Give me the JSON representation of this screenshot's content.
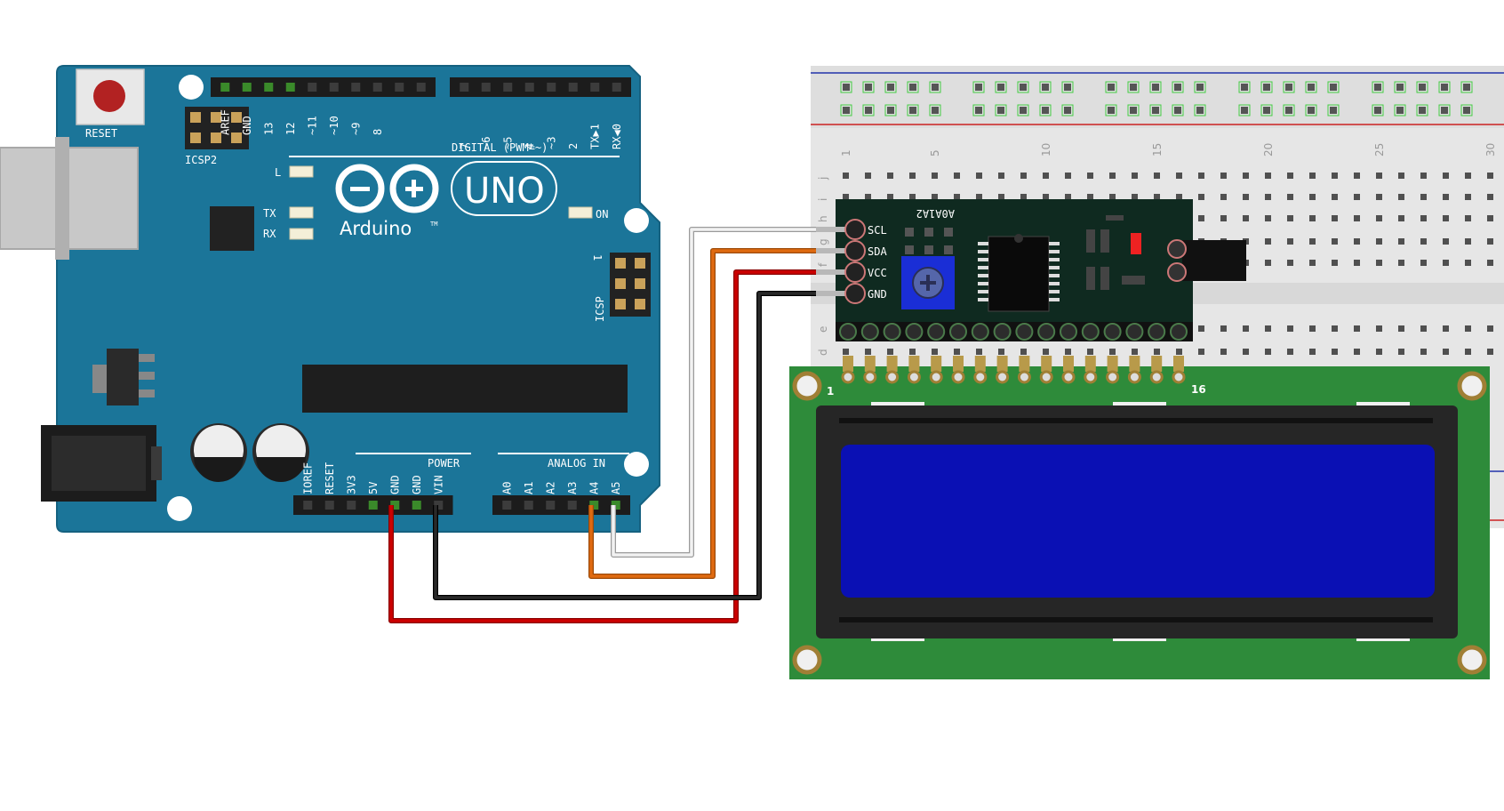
{
  "arduino": {
    "reset_label": "RESET",
    "icsp2_label": "ICSP2",
    "icsp_label": "ICSP",
    "icsp_pin1": "1",
    "brand_model": "UNO",
    "brand_name": "Arduino",
    "brand_tm": "TM",
    "led_l": "L",
    "led_tx": "TX",
    "led_rx": "RX",
    "led_on": "ON",
    "digital_header_title": "DIGITAL (PWM=~)",
    "digital_pins": [
      "AREF",
      "GND",
      "13",
      "12",
      "~11",
      "~10",
      "~9",
      "8",
      "7",
      "~6",
      "~5",
      "4",
      "~3",
      "2",
      "TX▶1",
      "RX◀0"
    ],
    "power_header_title": "POWER",
    "power_pins": [
      "IOREF",
      "RESET",
      "3V3",
      "5V",
      "GND",
      "GND",
      "VIN"
    ],
    "analog_header_title": "ANALOG IN",
    "analog_pins": [
      "A0",
      "A1",
      "A2",
      "A3",
      "A4",
      "A5"
    ]
  },
  "i2c_module": {
    "addr_label": "A0A1A2",
    "pins": [
      "SCL",
      "SDA",
      "VCC",
      "GND"
    ]
  },
  "lcd": {
    "pin_first": "1",
    "pin_last": "16"
  },
  "breadboard": {
    "column_numbers": [
      "1",
      "5",
      "10",
      "15",
      "20",
      "25",
      "30"
    ],
    "row_letters": [
      "j",
      "i",
      "h",
      "g",
      "f",
      "e",
      "d"
    ]
  },
  "wires": [
    {
      "from": "5V",
      "to": "VCC",
      "color": "#cc0000"
    },
    {
      "from": "GND",
      "to": "GND",
      "color": "#1a1a1a"
    },
    {
      "from": "A4",
      "to": "SDA",
      "color": "#e06a10"
    },
    {
      "from": "A5",
      "to": "SCL",
      "color": "#e6e6e6"
    }
  ],
  "colors": {
    "board": "#1b7599",
    "lcd_pcb": "#2e8b3a",
    "lcd_screen": "#0a10b4",
    "i2c_pcb": "#0f2a20",
    "breadboard": "#e6e6e6"
  }
}
